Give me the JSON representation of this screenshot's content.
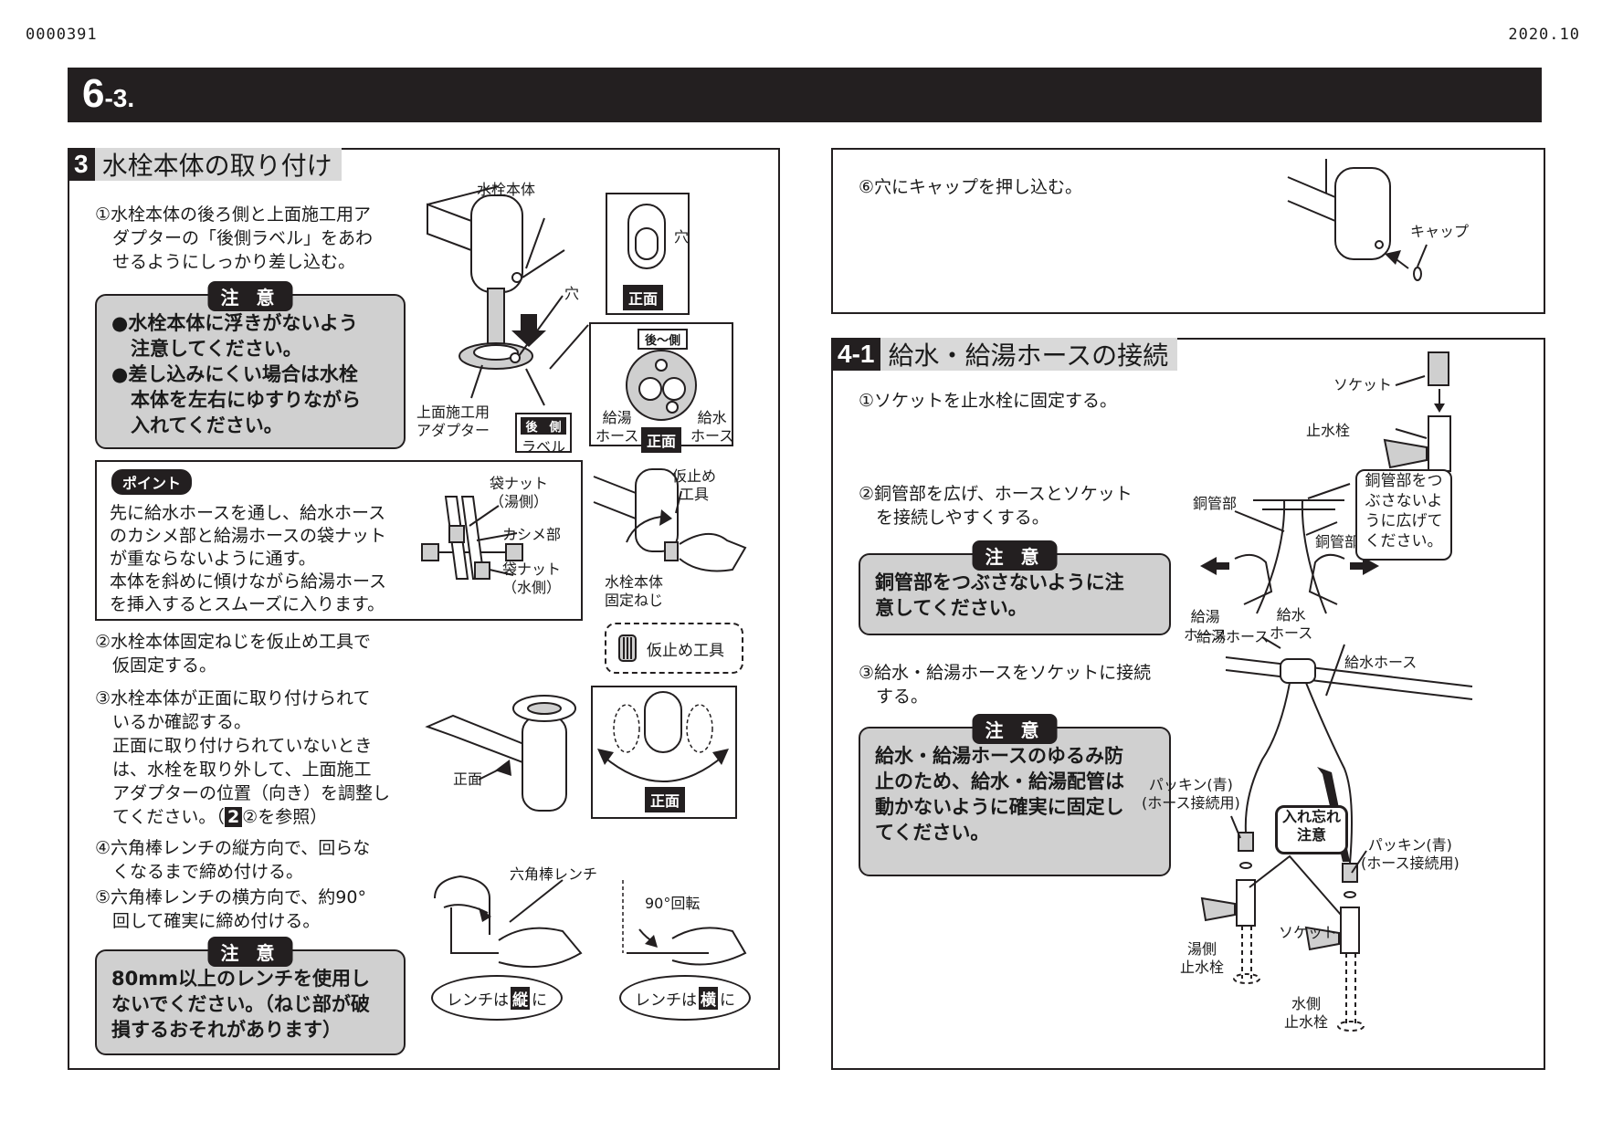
{
  "header": {
    "doc_id": "0000391",
    "date": "2020.10"
  },
  "banner": {
    "num_main": "6",
    "num_sub": "-3."
  },
  "section3": {
    "badge": "3",
    "title": "水栓本体の取り付け",
    "step1": "①水栓本体の後ろ側と上面施工用ア\n　ダプターの「後側ラベル」をあわ\n　せるようにしっかり差し込む。",
    "caution1_tag": "注 意",
    "caution1_body": "●水栓本体に浮きがないよう\n　注意してください。\n●差し込みにくい場合は水栓\n　本体を左右にゆすりながら\n　入れてください。",
    "fig1": {
      "faucet_body": "水栓本体",
      "hole": "穴",
      "hole2": "穴",
      "front": "正面",
      "adapter": "上面施工用\nアダプター",
      "rear": "後",
      "side": "側",
      "label": "ラベル",
      "rear_label_box": "後　側",
      "hot_hose": "給湯\nホース",
      "cold_hose": "給水\nホース",
      "front2": "正面"
    },
    "point_tag": "ポイント",
    "point_body": "先に給水ホースを通し、給水ホース\nのカシメ部と給湯ホースの袋ナット\nが重ならないように通す。\n本体を斜めに傾けながら給湯ホース\nを挿入するとスムーズに入ります。",
    "point_fig": {
      "nut_hot": "袋ナット\n（湯側）",
      "crimp": "カシメ部",
      "nut_cold": "袋ナット\n（水側）"
    },
    "fig_tool": {
      "temp_tool": "仮止め\n工具",
      "fix_screw": "水栓本体\n固定ねじ",
      "temp_tool_legend": "仮止め工具"
    },
    "step2": "②水栓本体固定ねじを仮止め工具で\n　仮固定する。",
    "step3": "③水栓本体が正面に取り付けられて\n　いるか確認する。\n　正面に取り付けられていないとき\n　は、水栓を取り外して、上面施工\n　アダプターの位置（向き）を調整し\n　てください。（",
    "step3_ref": "2",
    "step3_ref_tail": "②を参照）",
    "fig3": {
      "front": "正面",
      "front_box": "正面"
    },
    "step4": "④六角棒レンチの縦方向で、回らな\n　くなるまで締め付ける。",
    "step5": "⑤六角棒レンチの横方向で、約90°\n　回して確実に締め付ける。",
    "caution2_tag": "注 意",
    "caution2_body": "80mm以上のレンチを使用し\nないでください。（ねじ部が破\n損するおそれがあります）",
    "fig4": {
      "hex_wrench": "六角棒レンチ",
      "rotate": "90°回転",
      "wrench_vertical_pre": "レンチは",
      "wrench_vertical_key": "縦",
      "wrench_vertical_post": "に",
      "wrench_horizontal_pre": "レンチは",
      "wrench_horizontal_key": "横",
      "wrench_horizontal_post": "に"
    }
  },
  "section_cap": {
    "step6": "⑥穴にキャップを押し込む。",
    "cap": "キャップ"
  },
  "section41": {
    "badge": "4-1",
    "title": "給水・給湯ホースの接続",
    "step1": "①ソケットを止水栓に固定する。",
    "fig1": {
      "socket": "ソケット",
      "stop_valve": "止水栓"
    },
    "step2": "②銅管部を広げ、ホースとソケット\n　を接続しやすくする。",
    "caution1_tag": "注 意",
    "caution1_body": "銅管部をつぶさないように注\n意してください。",
    "fig2": {
      "copper_l": "銅管部",
      "copper_r": "銅管部",
      "callout": "銅管部をつ\nぶさないよ\nうに広げて\nください。",
      "hot_hose": "給湯\nホース",
      "cold_hose": "給水\nホース"
    },
    "step3": "③給水・給湯ホースをソケットに接続\n　する。",
    "caution2_tag": "注 意",
    "caution2_body": "給水・給湯ホースのゆるみ防\n止のため、給水・給湯配管は\n動かないように確実に固定し\nてください。",
    "fig3": {
      "hot_hose": "給湯ホース",
      "cold_hose": "給水ホース",
      "packing_l": "パッキン(青)\n(ホース接続用)",
      "packing_r": "パッキン(青)\n(ホース接続用)",
      "forget": "入れ忘れ\n注意",
      "socket": "ソケット",
      "hot_valve": "湯側\n止水栓",
      "cold_valve": "水側\n止水栓"
    }
  }
}
